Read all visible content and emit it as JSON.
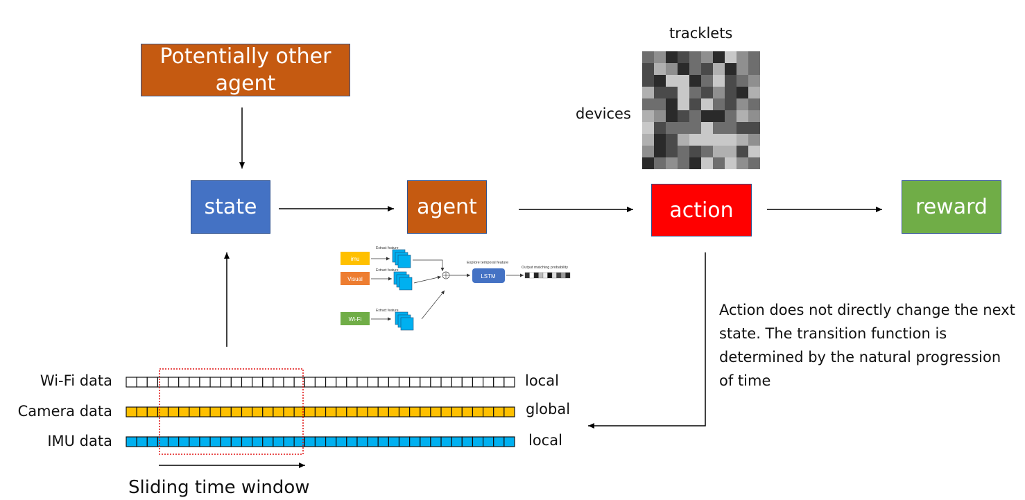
{
  "other_agent": {
    "label": "Potentially other agent",
    "color": "#C55A11"
  },
  "state": {
    "label": "state",
    "color": "#4472C4"
  },
  "agent": {
    "label": "agent",
    "color": "#C55A11"
  },
  "action": {
    "label": "action",
    "color": "#FF0000"
  },
  "reward": {
    "label": "reward",
    "color": "#70AD47"
  },
  "matrix": {
    "x_label": "tracklets",
    "y_label": "devices"
  },
  "note": "Action does not directly change the next state. The transition function is determined by the natural progression of time",
  "streams": [
    {
      "label": "Wi-Fi data",
      "scope": "local",
      "color": "#FFFFFF"
    },
    {
      "label": "Camera data",
      "scope": "global",
      "color": "#FFC000"
    },
    {
      "label": "IMU data",
      "scope": "local",
      "color": "#00B0F0"
    }
  ],
  "window_label": "Sliding time window",
  "network": {
    "inputs": [
      {
        "label": "imu",
        "color": "#FFC000"
      },
      {
        "label": "Visual",
        "color": "#ED7D31"
      },
      {
        "label": "Wi-Fi",
        "color": "#70AD47"
      }
    ],
    "extract_label": "Extract feature",
    "temporal_label": "Explore temporal feature",
    "lstm_label": "LSTM",
    "output_label": "Output matching probability"
  }
}
